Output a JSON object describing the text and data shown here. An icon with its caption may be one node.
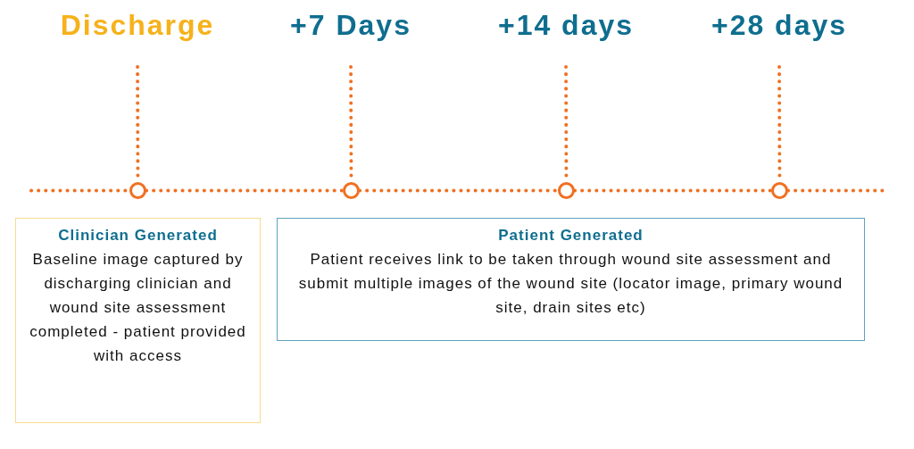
{
  "diagram": {
    "nodes": [
      {
        "text": [
          "Discharge"
        ]
      },
      {
        "text": [
          "+7 Days"
        ]
      },
      {
        "text": [
          "+14 days"
        ]
      },
      {
        "text": [
          "+28 days"
        ]
      },
      {
        "text": [],
        "shape": "circle"
      },
      {
        "text": [],
        "shape": "circle"
      },
      {
        "text": [],
        "shape": "circle"
      },
      {
        "text": [],
        "shape": "circle"
      },
      {
        "text": [
          "Clinician Generated",
          "Baseline image captured by discharging clinician and wound site assessment completed - patient provided with access"
        ]
      },
      {
        "text": [
          "Patient Generated",
          "Patient receives link to be taken through wound site assessment and submit multiple images of the wound site (locator image, primary wound site, drain sites etc)"
        ]
      }
    ],
    "edges": [
      {
        "from": 0,
        "to": 4,
        "arrow": "none",
        "style": "dashed"
      },
      {
        "from": 1,
        "to": 5,
        "arrow": "none",
        "style": "dashed"
      },
      {
        "from": 2,
        "to": 6,
        "arrow": "none",
        "style": "dashed"
      },
      {
        "from": 3,
        "to": 7,
        "arrow": "none",
        "style": "dashed"
      },
      {
        "from": null,
        "to": 4,
        "arrow": "none",
        "style": "dashed"
      },
      {
        "from": 4,
        "to": 5,
        "arrow": "none",
        "style": "dashed"
      },
      {
        "from": 5,
        "to": 6,
        "arrow": "none",
        "style": "dashed"
      },
      {
        "from": 6,
        "to": 7,
        "arrow": "none",
        "style": "dashed"
      },
      {
        "from": 7,
        "to": null,
        "arrow": "none",
        "style": "dashed"
      }
    ]
  }
}
